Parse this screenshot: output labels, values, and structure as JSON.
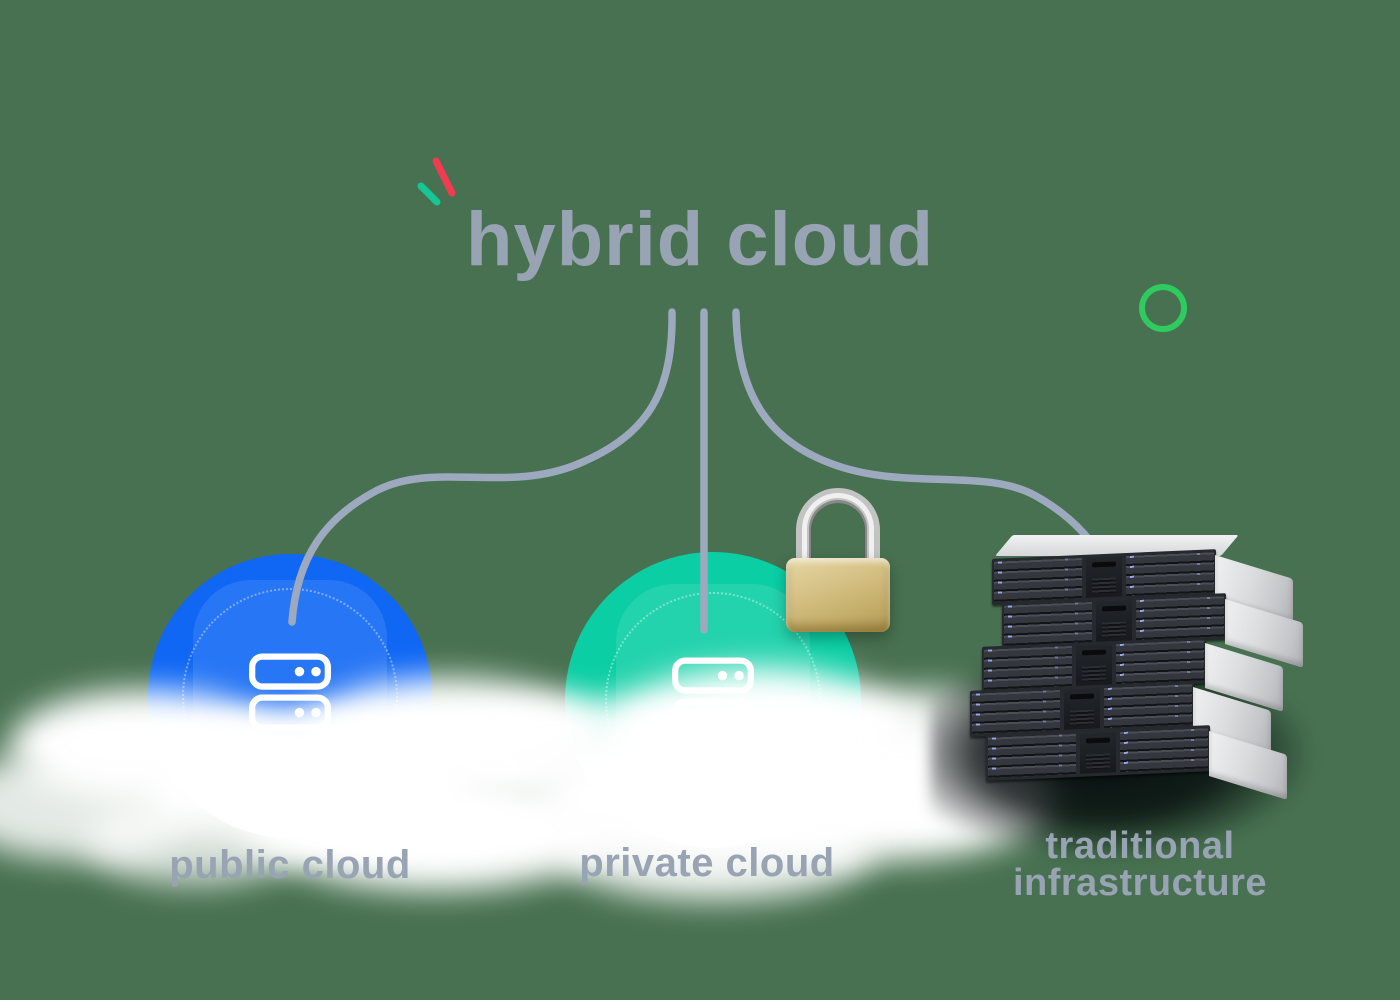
{
  "background_color": "#477150",
  "title": {
    "text": "hybrid cloud",
    "color": "#98a3b3"
  },
  "nodes": [
    {
      "id": "public-cloud",
      "label": "public cloud",
      "circle_color": "#0f67f4",
      "icon": "server-icon"
    },
    {
      "id": "private-cloud",
      "label": "private cloud",
      "circle_color": "#0bcea4",
      "icon": "server-icon",
      "badge_icon": "padlock-icon",
      "badge_colors": {
        "body": "#d6c286",
        "shackle": "#c3c3c3"
      }
    },
    {
      "id": "traditional-infrastructure",
      "label": "traditional infrastructure",
      "label_lines": [
        "traditional",
        "infrastructure"
      ],
      "icon": "server-stack"
    }
  ],
  "connectors": {
    "count": 3,
    "color": "#9da9be"
  },
  "decorations": {
    "red_slash_color": "#f23b51",
    "teal_slash_color": "#14c795",
    "green_ring_color": "#2fcb5f",
    "cloud_color": "#ffffff",
    "label_color": "#98a3b3"
  }
}
